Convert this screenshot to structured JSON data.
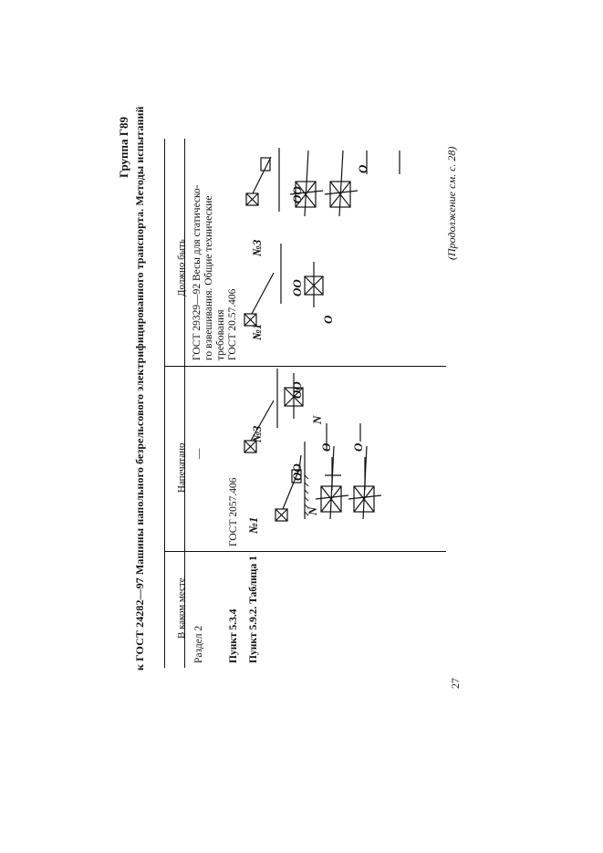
{
  "header": {
    "group": "Группа Г89",
    "title": "к ГОСТ 24282—97 Машины напольного безрельсового электрифицированного транспорта. Методы испытаний"
  },
  "table": {
    "columns": [
      "В каком месте",
      "Напечатано",
      "Должно быть"
    ],
    "rows": [
      {
        "where": "Раздел 2",
        "printed": "—",
        "should": [
          "ГОСТ 29329—92 Весы для статическо-",
          "го взвешивания. Общие технические",
          "требования",
          "ГОСТ 20.57.406"
        ]
      },
      {
        "where": "Пункт 5.3.4",
        "printed": "ГОСТ 2057.406",
        "should": []
      },
      {
        "where": "Пункт 5.9.2. Таблица 1",
        "printed": "",
        "should": []
      }
    ]
  },
  "figures": {
    "n1": "№1",
    "n3": "№3",
    "oo": "OO",
    "n": "N",
    "o": "O"
  },
  "footer": {
    "continuation": "(Продолжение см. с. 28)",
    "page_number": "27"
  }
}
